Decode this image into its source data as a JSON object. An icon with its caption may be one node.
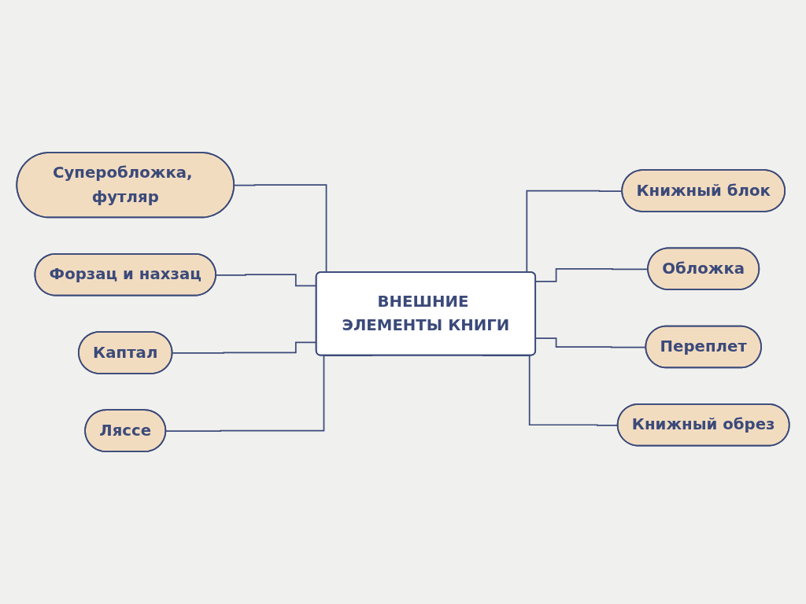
{
  "diagram": {
    "nodes": [
      {
        "text": [
          "ВНЕШНИЕ ЭЛЕМЕНТЫ КНИГИ"
        ]
      },
      {
        "text": [
          "Суперобложка, футляр"
        ]
      },
      {
        "text": [
          "Форзац и нахзац"
        ]
      },
      {
        "text": [
          "Каптал"
        ]
      },
      {
        "text": [
          "Ляссе"
        ]
      },
      {
        "text": [
          "Книжный блок"
        ]
      },
      {
        "text": [
          "Обложка"
        ]
      },
      {
        "text": [
          "Переплет"
        ]
      },
      {
        "text": [
          "Книжный обрез"
        ]
      }
    ],
    "edges": [
      {
        "from": 1,
        "to": 0,
        "arrow": "none"
      },
      {
        "from": 2,
        "to": 0,
        "arrow": "none"
      },
      {
        "from": 3,
        "to": 0,
        "arrow": "none"
      },
      {
        "from": 4,
        "to": 0,
        "arrow": "none"
      },
      {
        "from": 0,
        "to": 5,
        "arrow": "none"
      },
      {
        "from": 0,
        "to": 6,
        "arrow": "none"
      },
      {
        "from": 0,
        "to": 7,
        "arrow": "none"
      },
      {
        "from": 0,
        "to": 8,
        "arrow": "none"
      }
    ]
  }
}
